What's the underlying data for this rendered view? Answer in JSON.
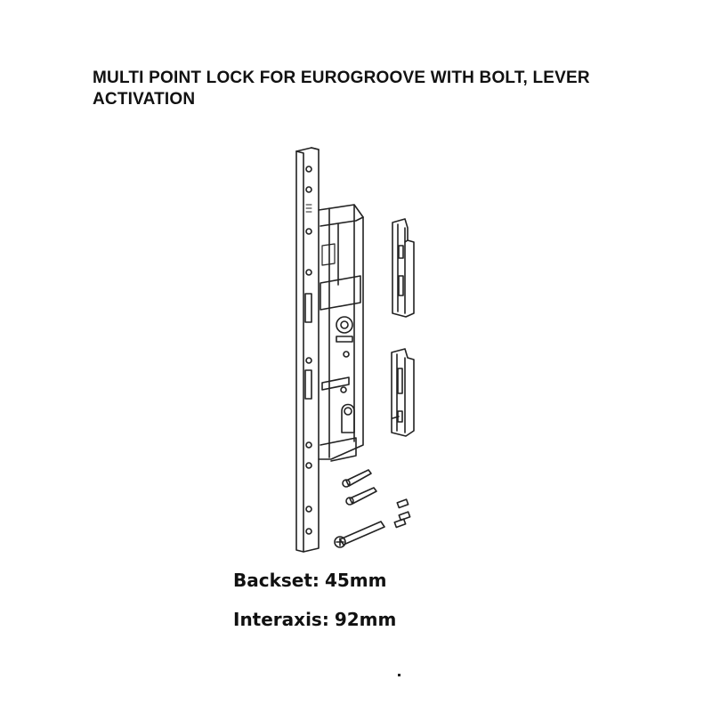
{
  "title": "MULTI POINT LOCK FOR EUROGROOVE WITH BOLT, LEVER ACTIVATION",
  "specs": {
    "backset_label": "Backset:",
    "backset_value": "45mm",
    "interaxis_label": "Interaxis:",
    "interaxis_value": "92mm"
  }
}
